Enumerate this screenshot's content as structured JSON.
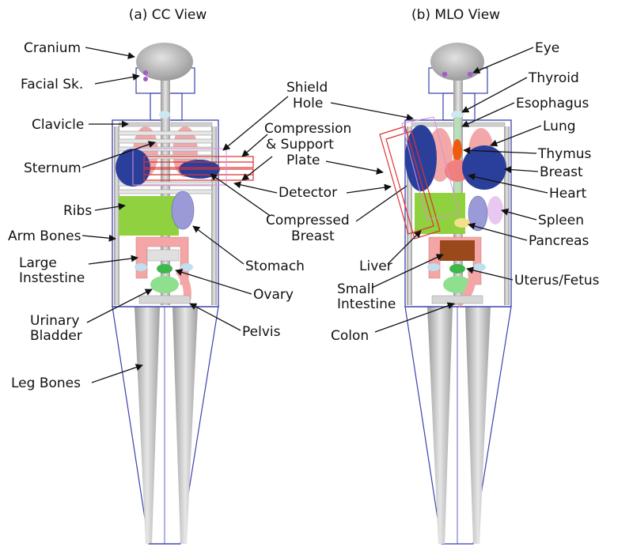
{
  "panels": {
    "cc": {
      "title": "(a) CC View",
      "labels": {
        "cranium": "Cranium",
        "facial": "Facial Sk.",
        "clavicle": "Clavicle",
        "sternum": "Sternum",
        "ribs": "Ribs",
        "arm_bones": "Arm Bones",
        "large_intestine_1": "Large",
        "large_intestine_2": "Instestine",
        "urinary_1": "Urinary",
        "urinary_2": "Bladder",
        "leg_bones": "Leg Bones",
        "shield_1": "Shield",
        "shield_2": "Hole",
        "compression_1": "Compression",
        "compression_2": "& Support",
        "compression_3": "Plate",
        "detector": "Detector",
        "compressed_1": "Compressed",
        "compressed_2": "Breast",
        "stomach": "Stomach",
        "ovary": "Ovary",
        "pelvis": "Pelvis"
      }
    },
    "mlo": {
      "title": "(b) MLO View",
      "labels": {
        "eye": "Eye",
        "thyroid": "Thyroid",
        "esophagus": "Esophagus",
        "lung": "Lung",
        "thymus": "Thymus",
        "breast": "Breast",
        "heart": "Heart",
        "spleen": "Spleen",
        "pancreas": "Pancreas",
        "liver": "Liver",
        "small_intestine_1": "Small",
        "small_intestine_2": "Intestine",
        "uterus": "Uterus/Fetus",
        "colon": "Colon"
      }
    }
  },
  "colors": {
    "outline": "#3b3fae",
    "bone": "#d0d0d0",
    "bone_dark": "#a8a8a8",
    "breast": "#2a3f9a",
    "lung": "#f2a8a8",
    "liver": "#8fd13f",
    "stomach": "#9a9ad8",
    "intestine": "#f4a5a5",
    "bladder": "#8ee08e",
    "plate": "#e03030",
    "thymus": "#f05a10",
    "small_intestine": "#9a4a1a",
    "esophagus": "#b8e0b8"
  }
}
